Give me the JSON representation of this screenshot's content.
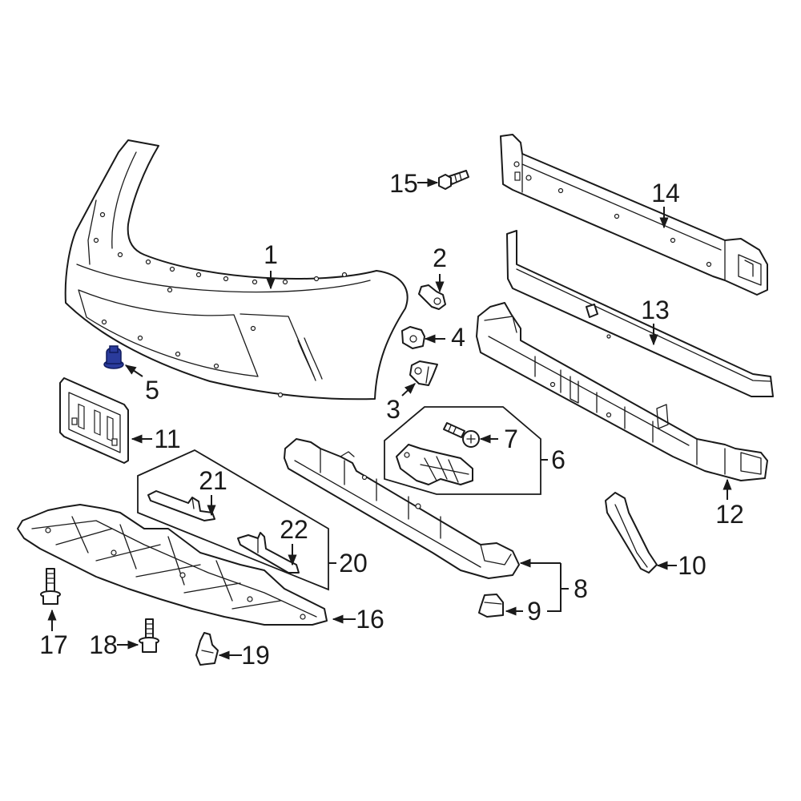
{
  "colors": {
    "line": "#1a1a1a",
    "fill": "#ffffff",
    "highlight": "#2a3b9c",
    "highlight_edge": "#0f1a5c",
    "background": "#ffffff"
  },
  "callouts": [
    "1",
    "2",
    "3",
    "4",
    "5",
    "6",
    "7",
    "8",
    "9",
    "10",
    "11",
    "12",
    "13",
    "14",
    "15",
    "16",
    "17",
    "18",
    "19",
    "20",
    "21",
    "22"
  ]
}
